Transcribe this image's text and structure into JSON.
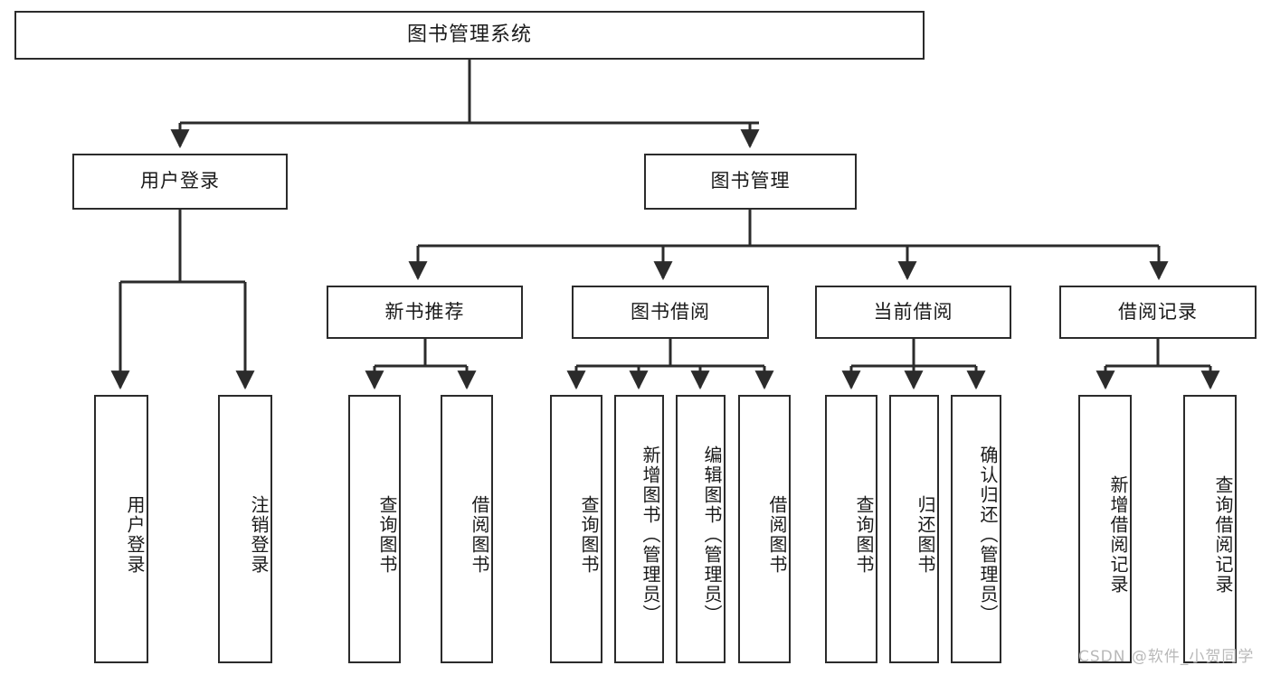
{
  "diagram": {
    "title": "图书管理系统",
    "type": "tree-hierarchy-chart",
    "stroke_color": "#2b2b2b",
    "background_color": "#ffffff",
    "text_color": "#1a1a1a"
  },
  "root": {
    "label": "图书管理系统"
  },
  "level2": [
    {
      "label": "用户登录"
    },
    {
      "label": "图书管理"
    }
  ],
  "level3": [
    {
      "label": "新书推荐"
    },
    {
      "label": "图书借阅"
    },
    {
      "label": "当前借阅"
    },
    {
      "label": "借阅记录"
    }
  ],
  "leaves": {
    "user_login": [
      {
        "label": "用户登录"
      },
      {
        "label": "注销登录"
      }
    ],
    "new_book": [
      {
        "label": "查询图书"
      },
      {
        "label": "借阅图书"
      }
    ],
    "borrow_book": [
      {
        "label": "查询图书"
      },
      {
        "label": "新增图书（管理员）"
      },
      {
        "label": "编辑图书（管理员）"
      },
      {
        "label": "借阅图书"
      }
    ],
    "current_borrow": [
      {
        "label": "查询图书"
      },
      {
        "label": "归还图书"
      },
      {
        "label": "确认归还（管理员）"
      }
    ],
    "borrow_record": [
      {
        "label": "新增借阅记录"
      },
      {
        "label": "查询借阅记录"
      }
    ]
  },
  "watermark": {
    "text": "CSDN @软件_小贺同学"
  }
}
